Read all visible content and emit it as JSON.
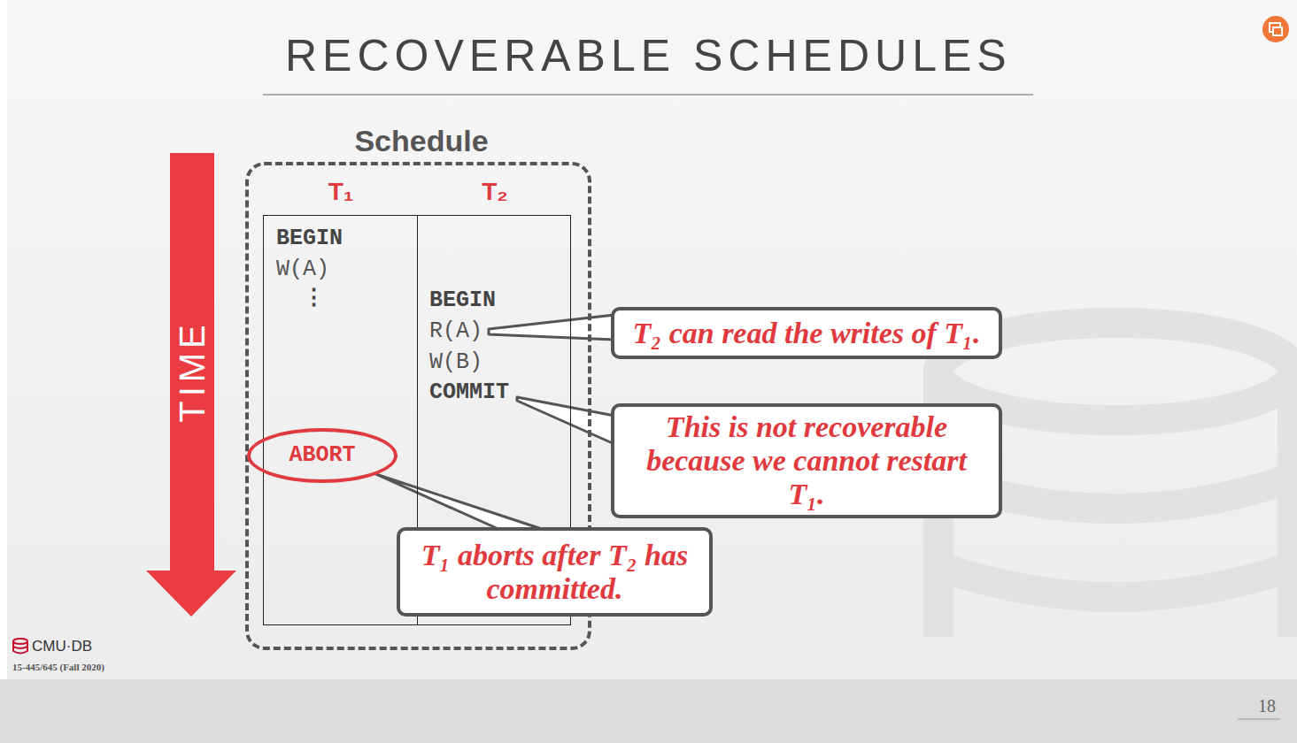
{
  "diagram": {
    "title": "RECOVERABLE SCHEDULES",
    "nodes": [
      {
        "text": [
          "Schedule"
        ]
      },
      {
        "text": [
          "T₁",
          "BEGIN",
          "W(A)",
          "⋮"
        ],
        "in": 0
      },
      {
        "text": [
          "ABORT"
        ],
        "in": 1
      },
      {
        "text": [
          "T₂",
          "BEGIN",
          "R(A)",
          "W(B)",
          "COMMIT"
        ],
        "in": 0
      },
      {
        "text": [
          "T₂ can read the writes of T₁."
        ]
      },
      {
        "text": [
          "This is not recoverable because we cannot restart T₁."
        ]
      },
      {
        "text": [
          "T₁ aborts after T₂ has committed."
        ]
      }
    ],
    "edges": [
      {
        "from": 6,
        "to": 2,
        "arrow": "none"
      }
    ],
    "labels": [
      "TIME",
      "CMU·DB",
      "15-445/645 (Fall 2020)",
      "18"
    ]
  }
}
